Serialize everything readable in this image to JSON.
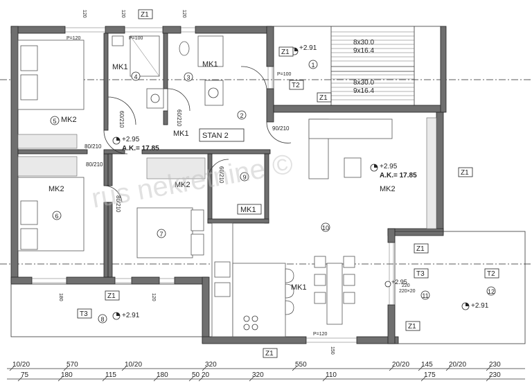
{
  "apartment": {
    "name": "STAN 2",
    "kota": "A.K.= 17.85"
  },
  "levels": {
    "main": "+2.95",
    "stair": "+2.91",
    "terrace": "+2.91"
  },
  "rooms": [
    {
      "num": "1",
      "mat": ""
    },
    {
      "num": "2",
      "mat": "MK1"
    },
    {
      "num": "3",
      "mat": "MK1"
    },
    {
      "num": "4",
      "mat": "MK1"
    },
    {
      "num": "5",
      "mat": "MK2"
    },
    {
      "num": "6",
      "mat": "MK2"
    },
    {
      "num": "7",
      "mat": "MK2"
    },
    {
      "num": "8",
      "mat": "T3"
    },
    {
      "num": "9",
      "mat": "MK1"
    },
    {
      "num": "10",
      "mat": "MK1"
    },
    {
      "num": "11",
      "mat": "T3"
    },
    {
      "num": "12",
      "mat": "T2"
    }
  ],
  "mk1_labels": [
    "MK1",
    "MK1",
    "MK1",
    "MK1",
    "MK1"
  ],
  "mk2_labels": [
    "MK2",
    "MK2",
    "MK2",
    "MK2"
  ],
  "wall_tags": {
    "z1": "Z1",
    "t2": "T2",
    "t3": "T3"
  },
  "stairs": {
    "flight_a": "8x30.0",
    "flight_b": "9x16.4"
  },
  "openings": {
    "door_8021": "80/210",
    "door_9021": "90/210",
    "door_6021": "60/210",
    "window_120": "P=120",
    "window_100": "P=100",
    "window_150": "150",
    "window_220": "220",
    "sill": "220×20",
    "win_180": "180",
    "win_120b": "120"
  },
  "dims_row1": [
    "10/20",
    "570",
    "10/20",
    "320",
    "550",
    "20/20",
    "145",
    "20/20",
    "230"
  ],
  "dims_row2": [
    "75",
    "180",
    "115",
    "180",
    "50",
    "20",
    "320",
    "110",
    "175",
    "230"
  ],
  "watermark": "rus nekretnine ©"
}
